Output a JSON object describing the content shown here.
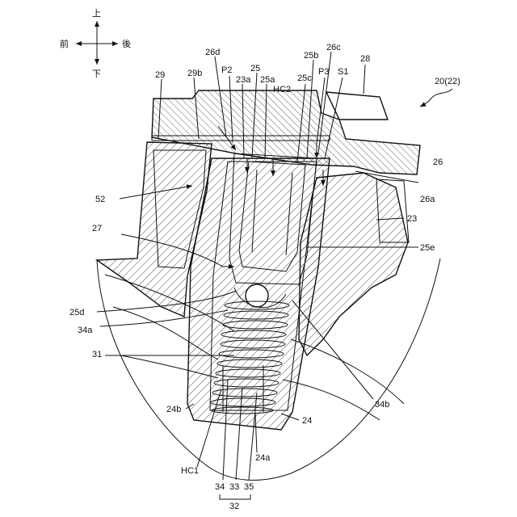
{
  "directions": {
    "up": "上",
    "down": "下",
    "front": "前",
    "back": "後"
  },
  "figure_ref": "20(22)",
  "labels": {
    "l26d": "26d",
    "lP2": "P2",
    "l25": "25",
    "l25b": "25b",
    "l26c": "26c",
    "l29": "29",
    "l29b": "29b",
    "l23a": "23a",
    "l25a": "25a",
    "l25c": "25c",
    "lP3": "P3",
    "lS1": "S1",
    "l28": "28",
    "lHC2": "HC2",
    "l26": "26",
    "l26a": "26a",
    "l52": "52",
    "l23": "23",
    "l27": "27",
    "l25e": "25e",
    "l25d": "25d",
    "l34a": "34a",
    "l31": "31",
    "l34b": "34b",
    "l24b": "24b",
    "l24": "24",
    "l24a": "24a",
    "lHC1": "HC1",
    "l34": "34",
    "l33": "33",
    "l35": "35",
    "l32": "32"
  }
}
